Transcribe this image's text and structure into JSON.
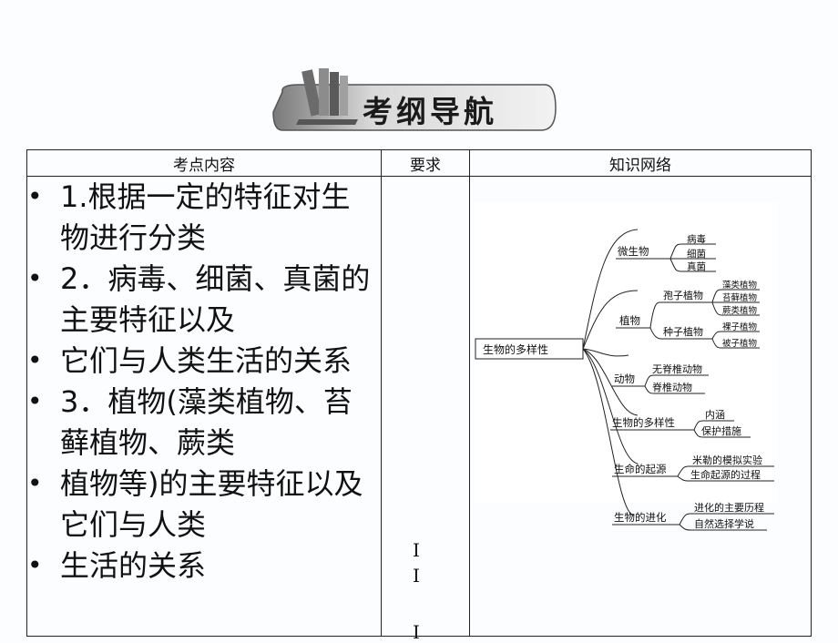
{
  "banner": {
    "title": "考纲导航"
  },
  "table": {
    "headers": [
      "考点内容",
      "要求",
      "知识网络"
    ],
    "content_items": [
      "1.根据一定的特征对生物进行分类",
      "2．病毒、细菌、真菌的主要特征以及",
      "它们与人类生活的关系",
      "3．植物(藻类植物、苔藓植物、蕨类",
      "植物等)的主要特征以及它们与人类",
      "生活的关系"
    ],
    "requirements": [
      "I",
      "I",
      "I"
    ]
  },
  "mindmap": {
    "root": "生物的多样性",
    "branches": [
      {
        "label": "微生物",
        "children": [
          "病毒",
          "细菌",
          "真菌"
        ]
      },
      {
        "label": "植物",
        "groups": [
          {
            "label": "孢子植物",
            "children": [
              "藻类植物",
              "苔藓植物",
              "蕨类植物"
            ]
          },
          {
            "label": "种子植物",
            "children": [
              "裸子植物",
              "被子植物"
            ]
          }
        ]
      },
      {
        "label": "动物",
        "children": [
          "无脊椎动物",
          "脊椎动物"
        ]
      },
      {
        "label": "生物的多样性",
        "children": [
          "内涵",
          "保护措施"
        ]
      },
      {
        "label": "生命的起源",
        "children": [
          "米勒的模拟实验",
          "生命起源的过程"
        ]
      },
      {
        "label": "生物的进化",
        "children": [
          "进化的主要历程",
          "自然选择学说"
        ]
      }
    ]
  }
}
